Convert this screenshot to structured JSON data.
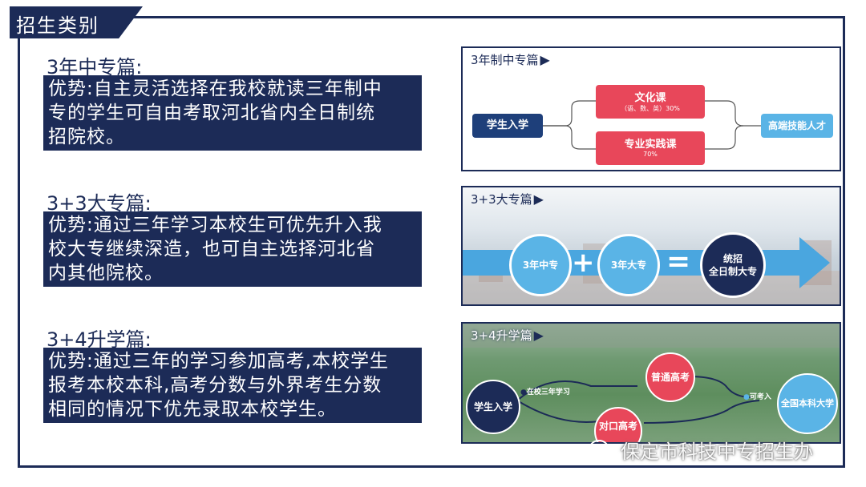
{
  "header": {
    "title": "招生类别"
  },
  "sections": [
    {
      "title": "3年中专篇:",
      "body": [
        "优势:自主灵活选择在我校就读三年制中",
        "专的学生可自由考取河北省内全日制统",
        "招院校。"
      ]
    },
    {
      "title": "3+3大专篇:",
      "body": [
        "优势:通过三年学习本校生可优先升入我",
        "校大专继续深造，也可自主选择河北省",
        "内其他院校。"
      ]
    },
    {
      "title": "3+4升学篇:",
      "body": [
        "优势:通过三年的学习参加高考,本校学生",
        "报考本校本科,高考分数与外界考生分数",
        "相同的情况下优先录取本校学生。"
      ]
    }
  ],
  "panel1": {
    "title": "3年制中专篇",
    "start": "学生入学",
    "course1_name": "文化课",
    "course1_sub": "（语、数、英）30%",
    "course2_name": "专业实践课",
    "course2_sub": "70%",
    "end": "高端技能人才"
  },
  "panel2": {
    "title": "3+3大专篇",
    "circle1": "3年中专",
    "plus": "+",
    "circle2": "3年大专",
    "equals": "=",
    "result_line1": "统招",
    "result_line2": "全日制大专"
  },
  "panel3": {
    "title": "3+4升学篇",
    "start": "学生入学",
    "step_note": "在校三年学习",
    "path1": "普通高考",
    "path2": "对口高考",
    "end_note": "可考入",
    "end": "全国本科大学"
  },
  "watermark": {
    "text": "保定市科技中专招生办"
  },
  "colors": {
    "navy": "#1c2b57",
    "red": "#e8475a",
    "sky": "#5ab4e6",
    "darkblue": "#1e3f7a"
  }
}
